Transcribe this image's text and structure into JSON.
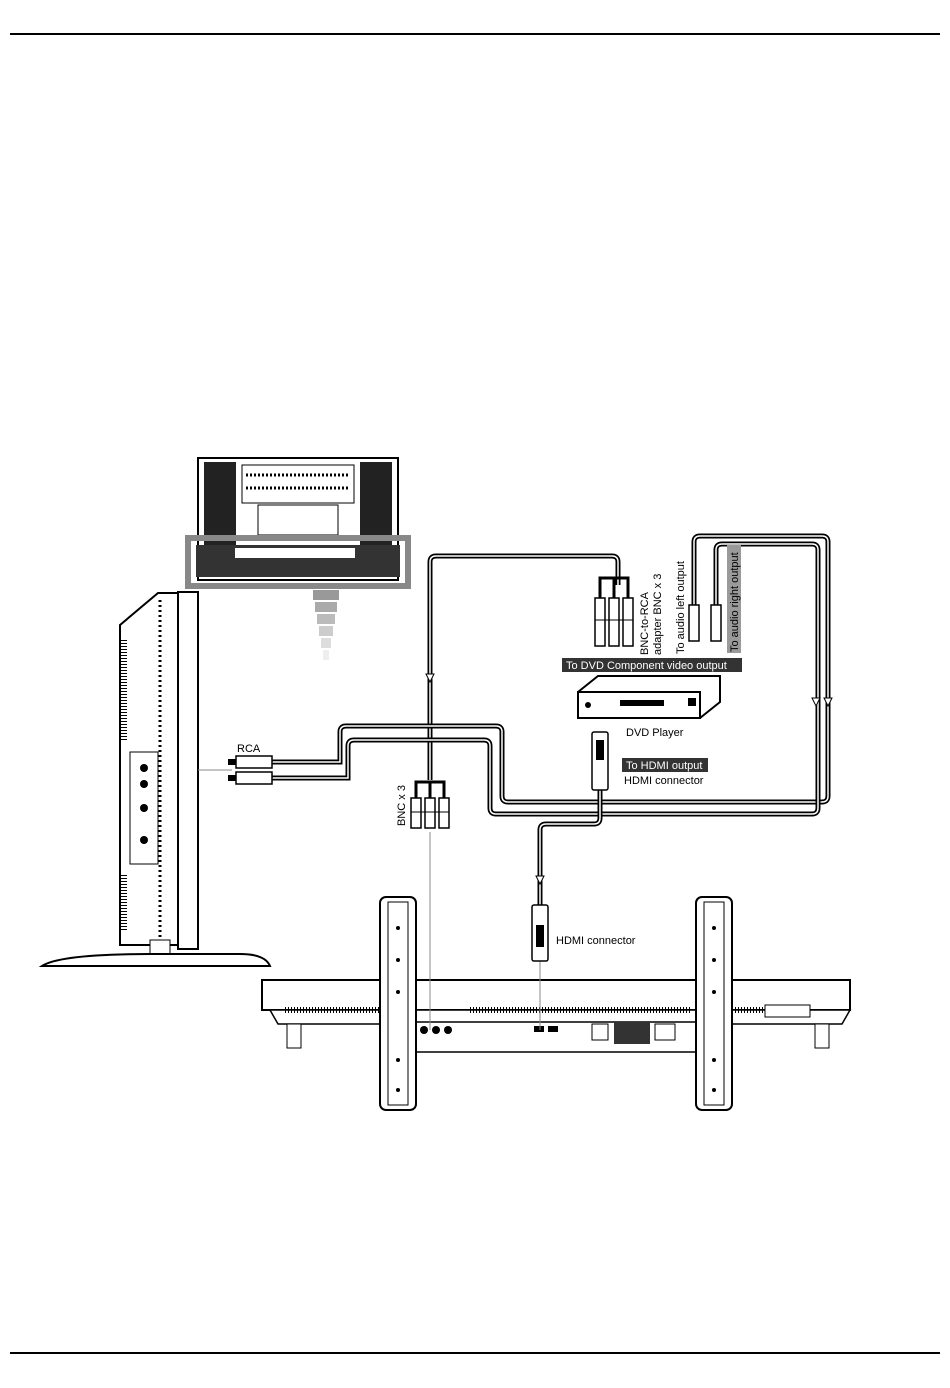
{
  "labels": {
    "rca": "RCA",
    "bnc_x3": "BNC x 3",
    "bnc_to_rca_line1": "BNC-to-RCA",
    "bnc_to_rca_line2": "adapter BNC x 3",
    "audio_left": "To audio left output",
    "audio_right": "To audio right output",
    "dvd_component": "To DVD Component video output",
    "dvd_player": "DVD Player",
    "to_hdmi_output": "To HDMI output",
    "hdmi_connector_top": "HDMI connector",
    "hdmi_connector_bottom": "HDMI connector"
  }
}
